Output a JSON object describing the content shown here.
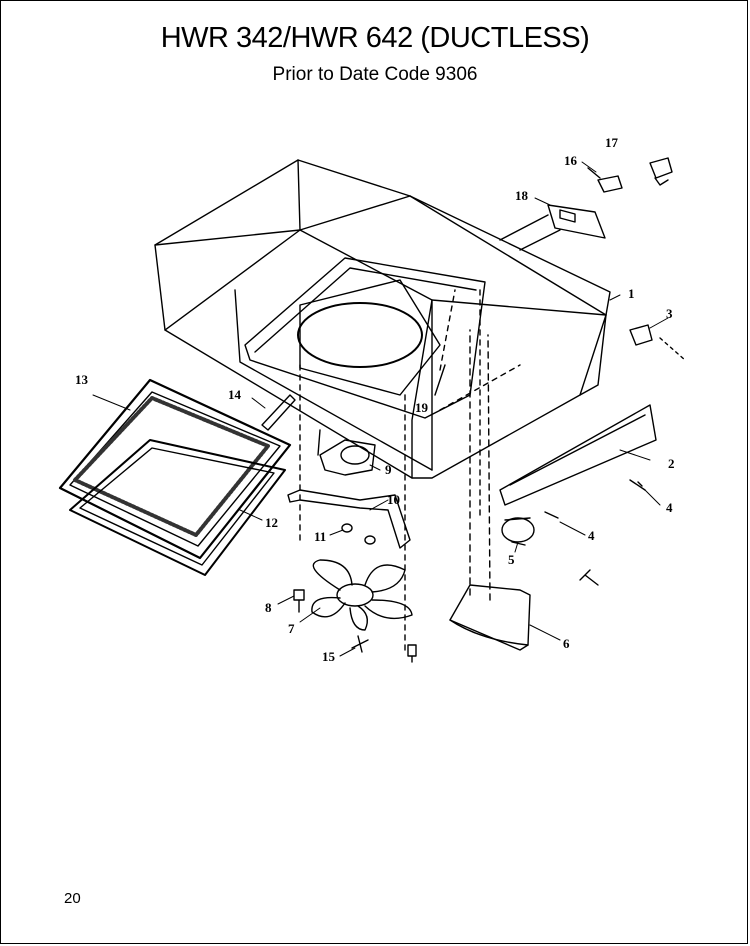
{
  "header": {
    "title": "HWR 342/HWR 642 (DUCTLESS)",
    "subtitle": "Prior to Date Code 9306"
  },
  "callouts": {
    "c1": "1",
    "c2": "2",
    "c3": "3",
    "c4a": "4",
    "c4b": "4",
    "c5": "5",
    "c6": "6",
    "c7": "7",
    "c8": "8",
    "c9": "9",
    "c10": "10",
    "c11": "11",
    "c12": "12",
    "c13": "13",
    "c14": "14",
    "c15": "15",
    "c16": "16",
    "c17": "17",
    "c18": "18",
    "c19": "19"
  },
  "footer": {
    "page_number": "20"
  }
}
